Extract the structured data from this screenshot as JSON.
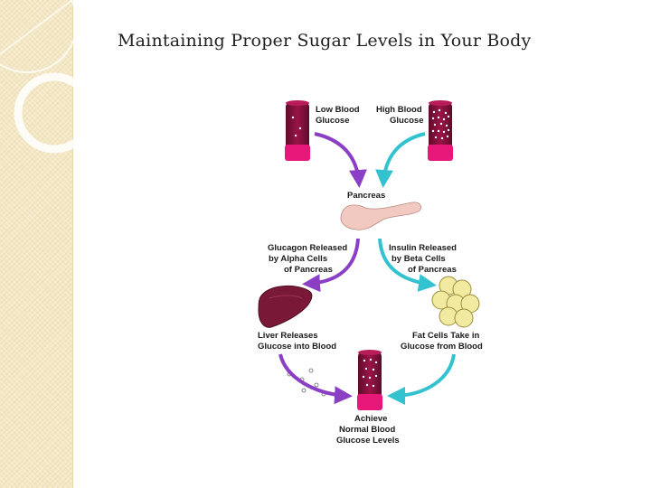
{
  "slide": {
    "title": "Maintaining Proper Sugar Levels in Your Body"
  },
  "diagram": {
    "nodes": {
      "low_glucose": [
        "Low Blood",
        "Glucose"
      ],
      "high_glucose": [
        "High Blood",
        "Glucose"
      ],
      "pancreas": [
        "Pancreas"
      ],
      "glucagon": [
        "Glucagon Released",
        "by Alpha Cells",
        "of Pancreas"
      ],
      "insulin": [
        "Insulin Released",
        "by Beta Cells",
        "of Pancreas"
      ],
      "liver": [
        "Liver Releases",
        "Glucose into Blood"
      ],
      "fat_cells": [
        "Fat Cells Take in",
        "Glucose from Blood"
      ],
      "normal": [
        "Achieve",
        "Normal Blood",
        "Glucose Levels"
      ]
    },
    "colors": {
      "glucagon_arrow": "#8a3fc4",
      "insulin_arrow": "#33c2cf",
      "vial": "#e8177a",
      "vial_dark": "#8b1038",
      "liver": "#7a1838",
      "fat_cell": "#f2eaa0",
      "pancreas": "#f2c9c0"
    }
  }
}
